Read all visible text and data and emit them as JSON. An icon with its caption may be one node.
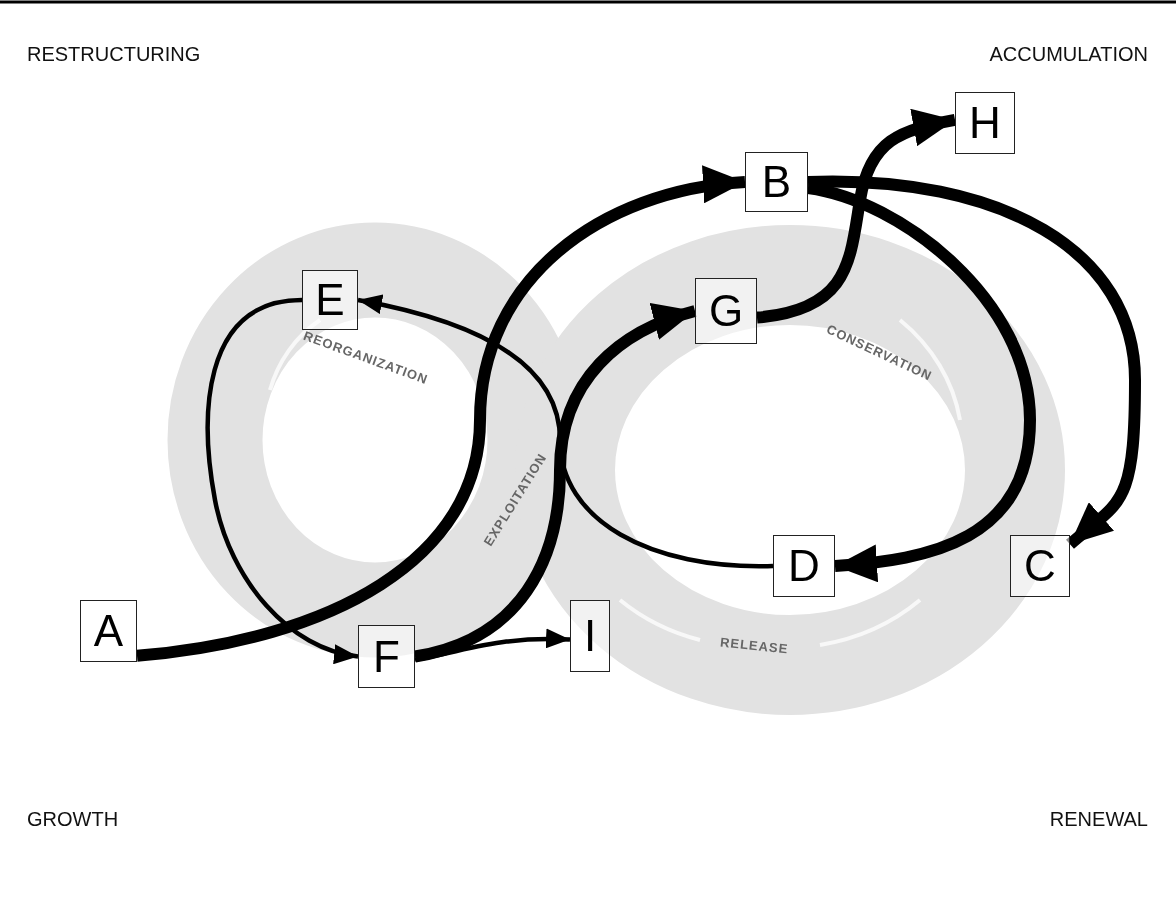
{
  "diagram": {
    "nodes": [
      {
        "text": [
          "A"
        ]
      },
      {
        "text": [
          "B"
        ]
      },
      {
        "text": [
          "C"
        ]
      },
      {
        "text": [
          "D"
        ]
      },
      {
        "text": [
          "E"
        ]
      },
      {
        "text": [
          "F"
        ]
      },
      {
        "text": [
          "G"
        ]
      },
      {
        "text": [
          "H"
        ]
      },
      {
        "text": [
          "I"
        ]
      }
    ],
    "edges": [
      {
        "from": 0,
        "to": 1,
        "arrow": "to"
      },
      {
        "from": 1,
        "to": 2,
        "arrow": "to"
      },
      {
        "from": 1,
        "to": 3,
        "arrow": "to"
      },
      {
        "from": 3,
        "to": 4,
        "arrow": "to"
      },
      {
        "from": 4,
        "to": 5,
        "arrow": "to"
      },
      {
        "from": 5,
        "to": 6,
        "arrow": "to"
      },
      {
        "from": 6,
        "to": 7,
        "arrow": "to"
      },
      {
        "from": 5,
        "to": 8,
        "arrow": "to"
      }
    ],
    "labels": [
      "RESTRUCTURING",
      "ACCUMULATION",
      "REORGANIZATION",
      "CONSERVATION",
      "EXPLOITATION",
      "RELEASE",
      "GROWTH",
      "RENEWAL"
    ]
  }
}
